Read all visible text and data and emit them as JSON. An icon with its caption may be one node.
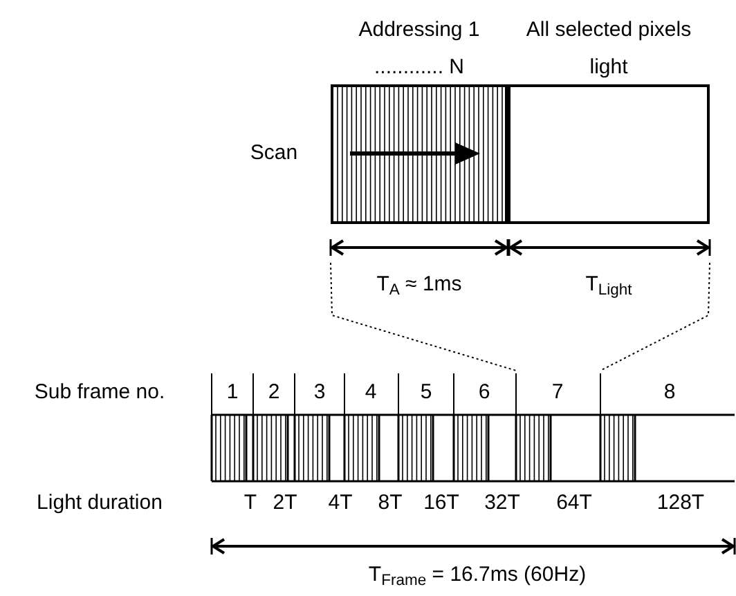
{
  "diagram": {
    "nodes": [
      {
        "text": [
          "Addressing 1 ............ N"
        ]
      },
      {
        "text": [
          "All selected pixels light"
        ]
      }
    ],
    "labels": [
      "Scan",
      "T$_{A}$ ≈ 1ms",
      "T$_{Light}$",
      "Sub frame no.",
      "1",
      "2",
      "3",
      "4",
      "5",
      "6",
      "7",
      "8",
      "Light duration",
      "T",
      "2T",
      "4T",
      "8T",
      "16T",
      "32T",
      "64T",
      "128T",
      "T$_{Frame}$ = 16.7ms (60Hz)"
    ]
  }
}
